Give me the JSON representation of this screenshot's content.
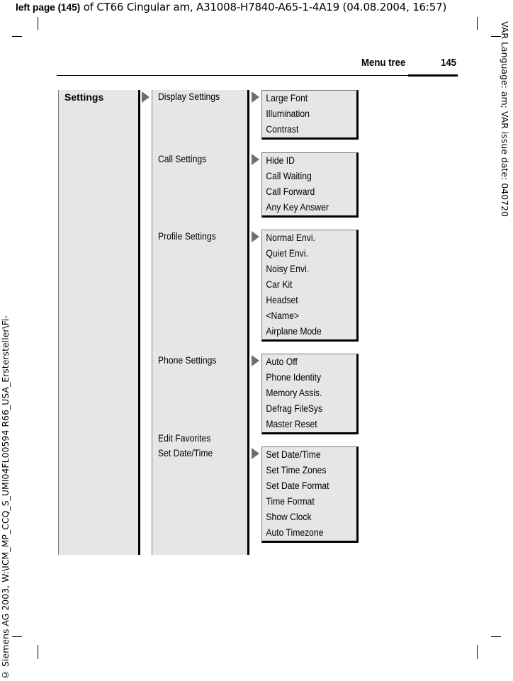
{
  "print_header": {
    "bold_part": "left page (145)",
    "rest": " of CT66 Cingular am, A31008-H7840-A65-1-4A19 (04.08.2004, 16:57)"
  },
  "side_right": "VAR Language: am; VAR issue date: 040720",
  "side_left": "© Siemens AG 2003, W:\\ICM_MP_CCQ_S_UMI04FL00594 R66_USA_Erstersteller\\Fi-",
  "page_header": {
    "title": "Menu tree",
    "page_number": "145"
  },
  "menu": {
    "root": "Settings",
    "colors": {
      "fill": "#e6e6e6",
      "arrow": "#6e6e6e",
      "border": "#000000"
    },
    "level2": [
      {
        "label": "Display Settings",
        "children": [
          "Large Font",
          "Illumination",
          "Contrast"
        ]
      },
      {
        "label": "Call Settings",
        "children": [
          "Hide ID",
          "Call Waiting",
          "Call Forward",
          "Any Key Answer"
        ]
      },
      {
        "label": "Profile Settings",
        "children": [
          "Normal Envi.",
          "Quiet Envi.",
          "Noisy Envi.",
          "Car Kit",
          "Headset",
          "<Name>",
          "Airplane Mode"
        ]
      },
      {
        "label": "Phone Settings",
        "children": [
          "Auto Off",
          "Phone Identity",
          "Memory Assis.",
          "Defrag FileSys",
          "Master Reset"
        ]
      },
      {
        "label": "Edit Favorites",
        "children": []
      },
      {
        "label": "Set Date/Time",
        "children": [
          "Set Date/Time",
          "Set Time Zones",
          "Set Date Format",
          "Time Format",
          "Show Clock",
          "Auto Timezone"
        ]
      }
    ]
  }
}
